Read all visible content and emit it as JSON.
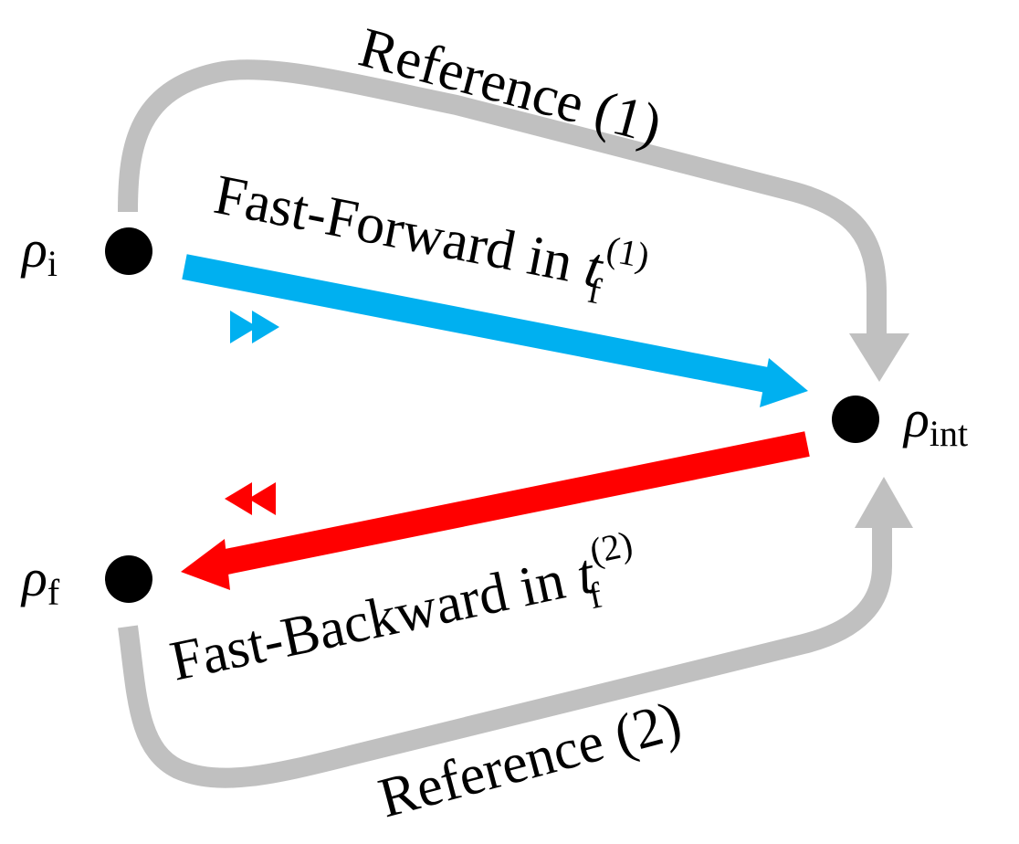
{
  "colors": {
    "reference": "#c0c0c0",
    "forward": "#00b0f0",
    "backward": "#ff0000",
    "node": "#000000",
    "text": "#000000"
  },
  "nodes": {
    "initial": {
      "symbol": "ρ",
      "subscript": "i"
    },
    "intermediate": {
      "symbol": "ρ",
      "subscript": "int"
    },
    "final": {
      "symbol": "ρ",
      "subscript": "f"
    }
  },
  "arrows": {
    "reference_1": {
      "label": "Reference (1)"
    },
    "reference_2": {
      "label": "Reference (2)"
    },
    "fast_forward": {
      "label": "Fast-Forward in ",
      "var": "t",
      "var_sub": "f",
      "var_sup": "(1)",
      "icon": "fast-forward-icon"
    },
    "fast_backward": {
      "label": "Fast-Backward in ",
      "var": "t",
      "var_sub": "f",
      "var_sup": "(2)",
      "icon": "fast-backward-icon"
    }
  }
}
